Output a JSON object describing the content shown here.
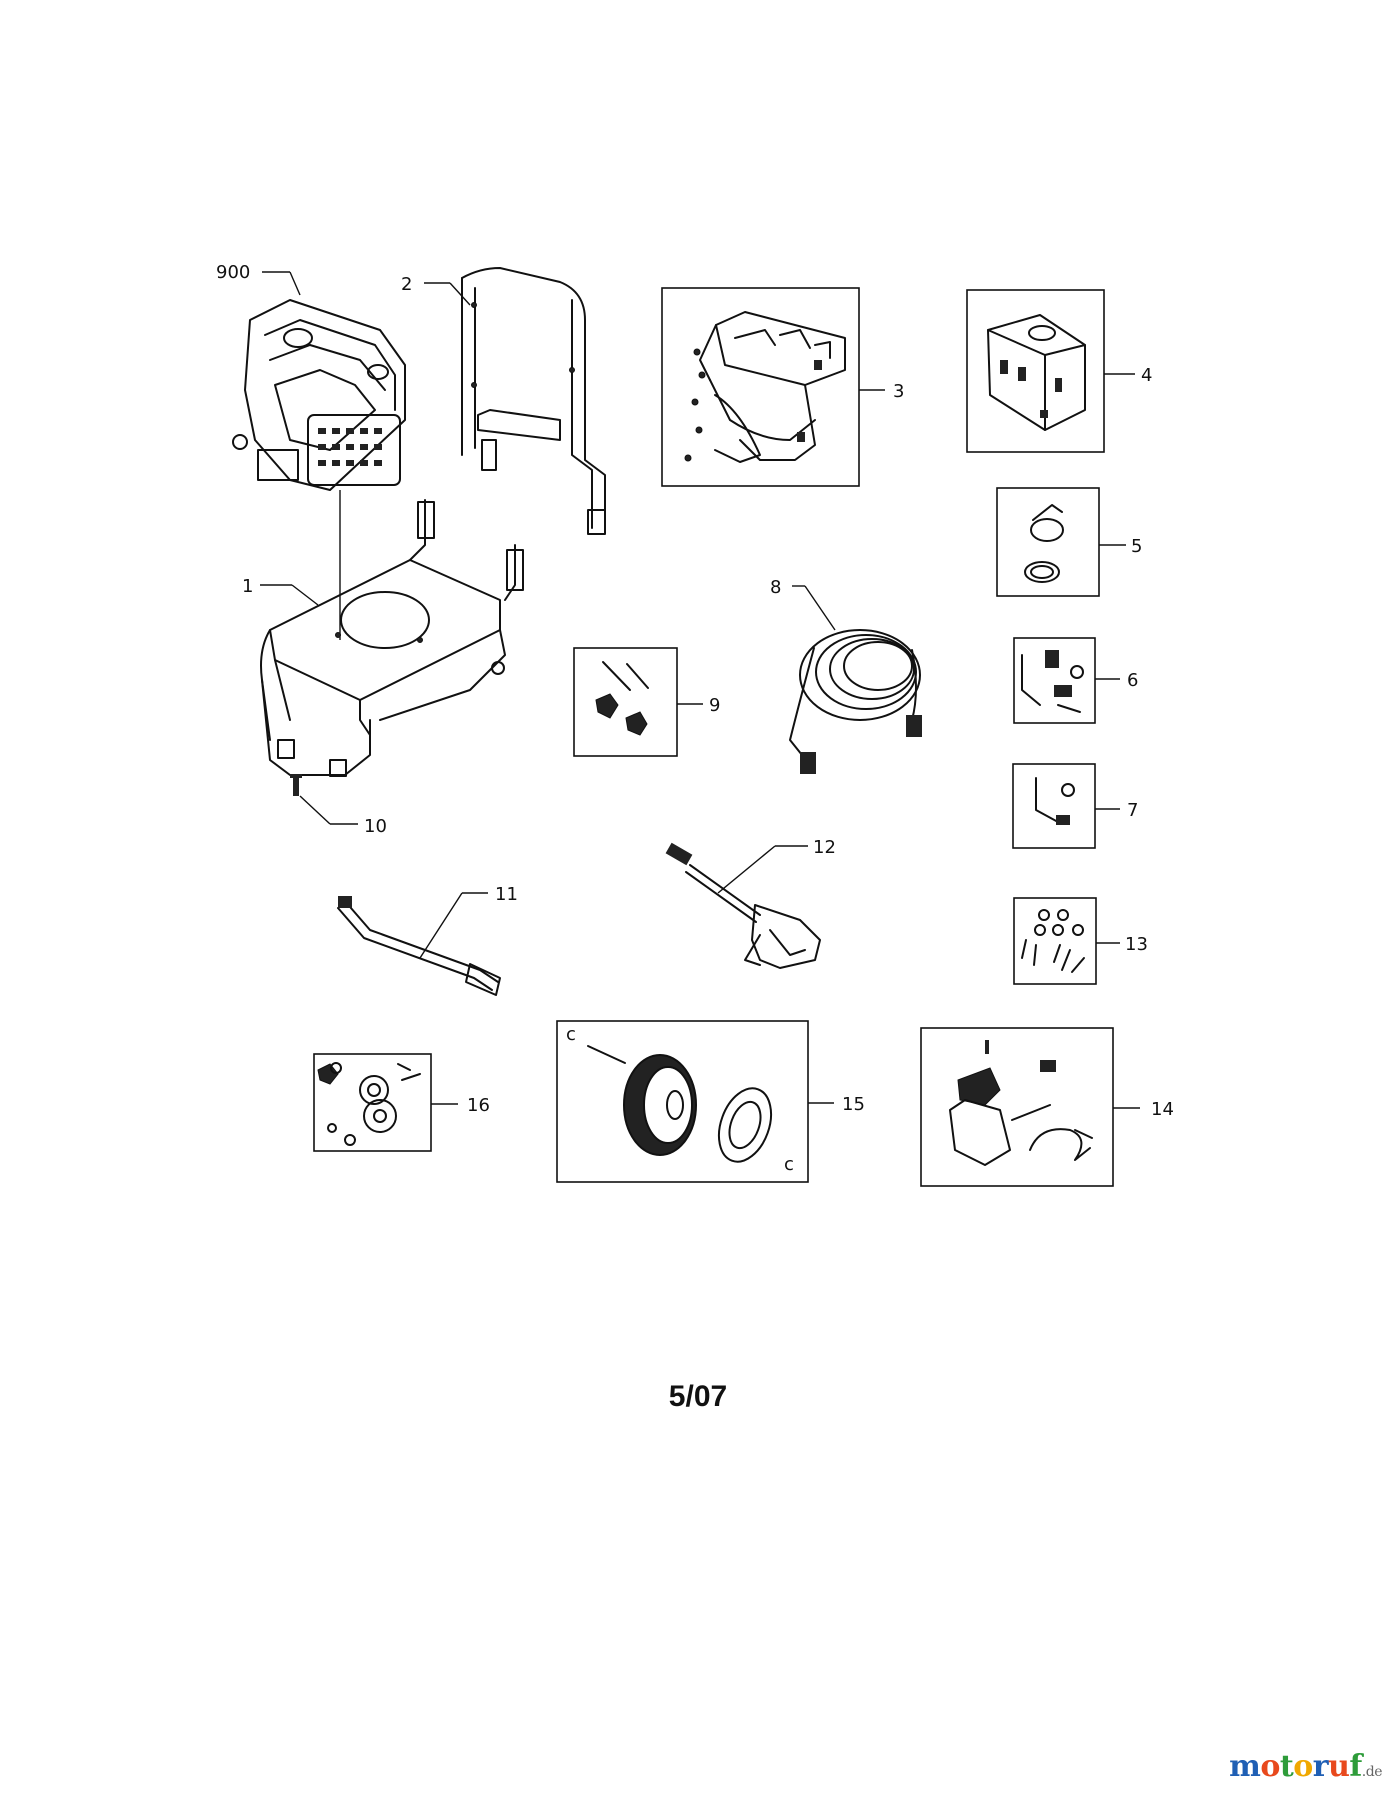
{
  "callouts": {
    "engine": "900",
    "frame": "1",
    "handle": "2",
    "panel_assembly": "3",
    "tank": "4",
    "cap_kit": "5",
    "fitting_kit_a": "6",
    "fitting_kit_b": "7",
    "hose": "8",
    "bolt_kit": "9",
    "screw": "10",
    "lance": "11",
    "spray_gun": "12",
    "hardware_kit": "13",
    "pump": "14",
    "wheel_kit": "15",
    "foot_kit": "16"
  },
  "footer": {
    "date": "5/07"
  },
  "watermark": {
    "letters": [
      "m",
      "o",
      "t",
      "o",
      "r",
      "u",
      "f"
    ],
    "colors": [
      "#1f5fb4",
      "#e8491d",
      "#2e9c3a",
      "#f0a800",
      "#1f5fb4",
      "#e8491d",
      "#2e9c3a"
    ],
    "tld": ".de"
  }
}
